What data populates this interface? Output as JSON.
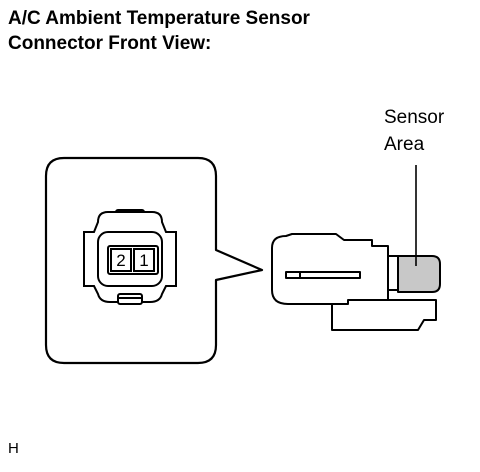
{
  "title": {
    "line1": "A/C Ambient Temperature Sensor",
    "line2": "Connector Front View:"
  },
  "callout": {
    "line1": "Sensor",
    "line2": "Area"
  },
  "connector": {
    "pins": [
      "2",
      "1"
    ]
  },
  "corner_code": "H"
}
